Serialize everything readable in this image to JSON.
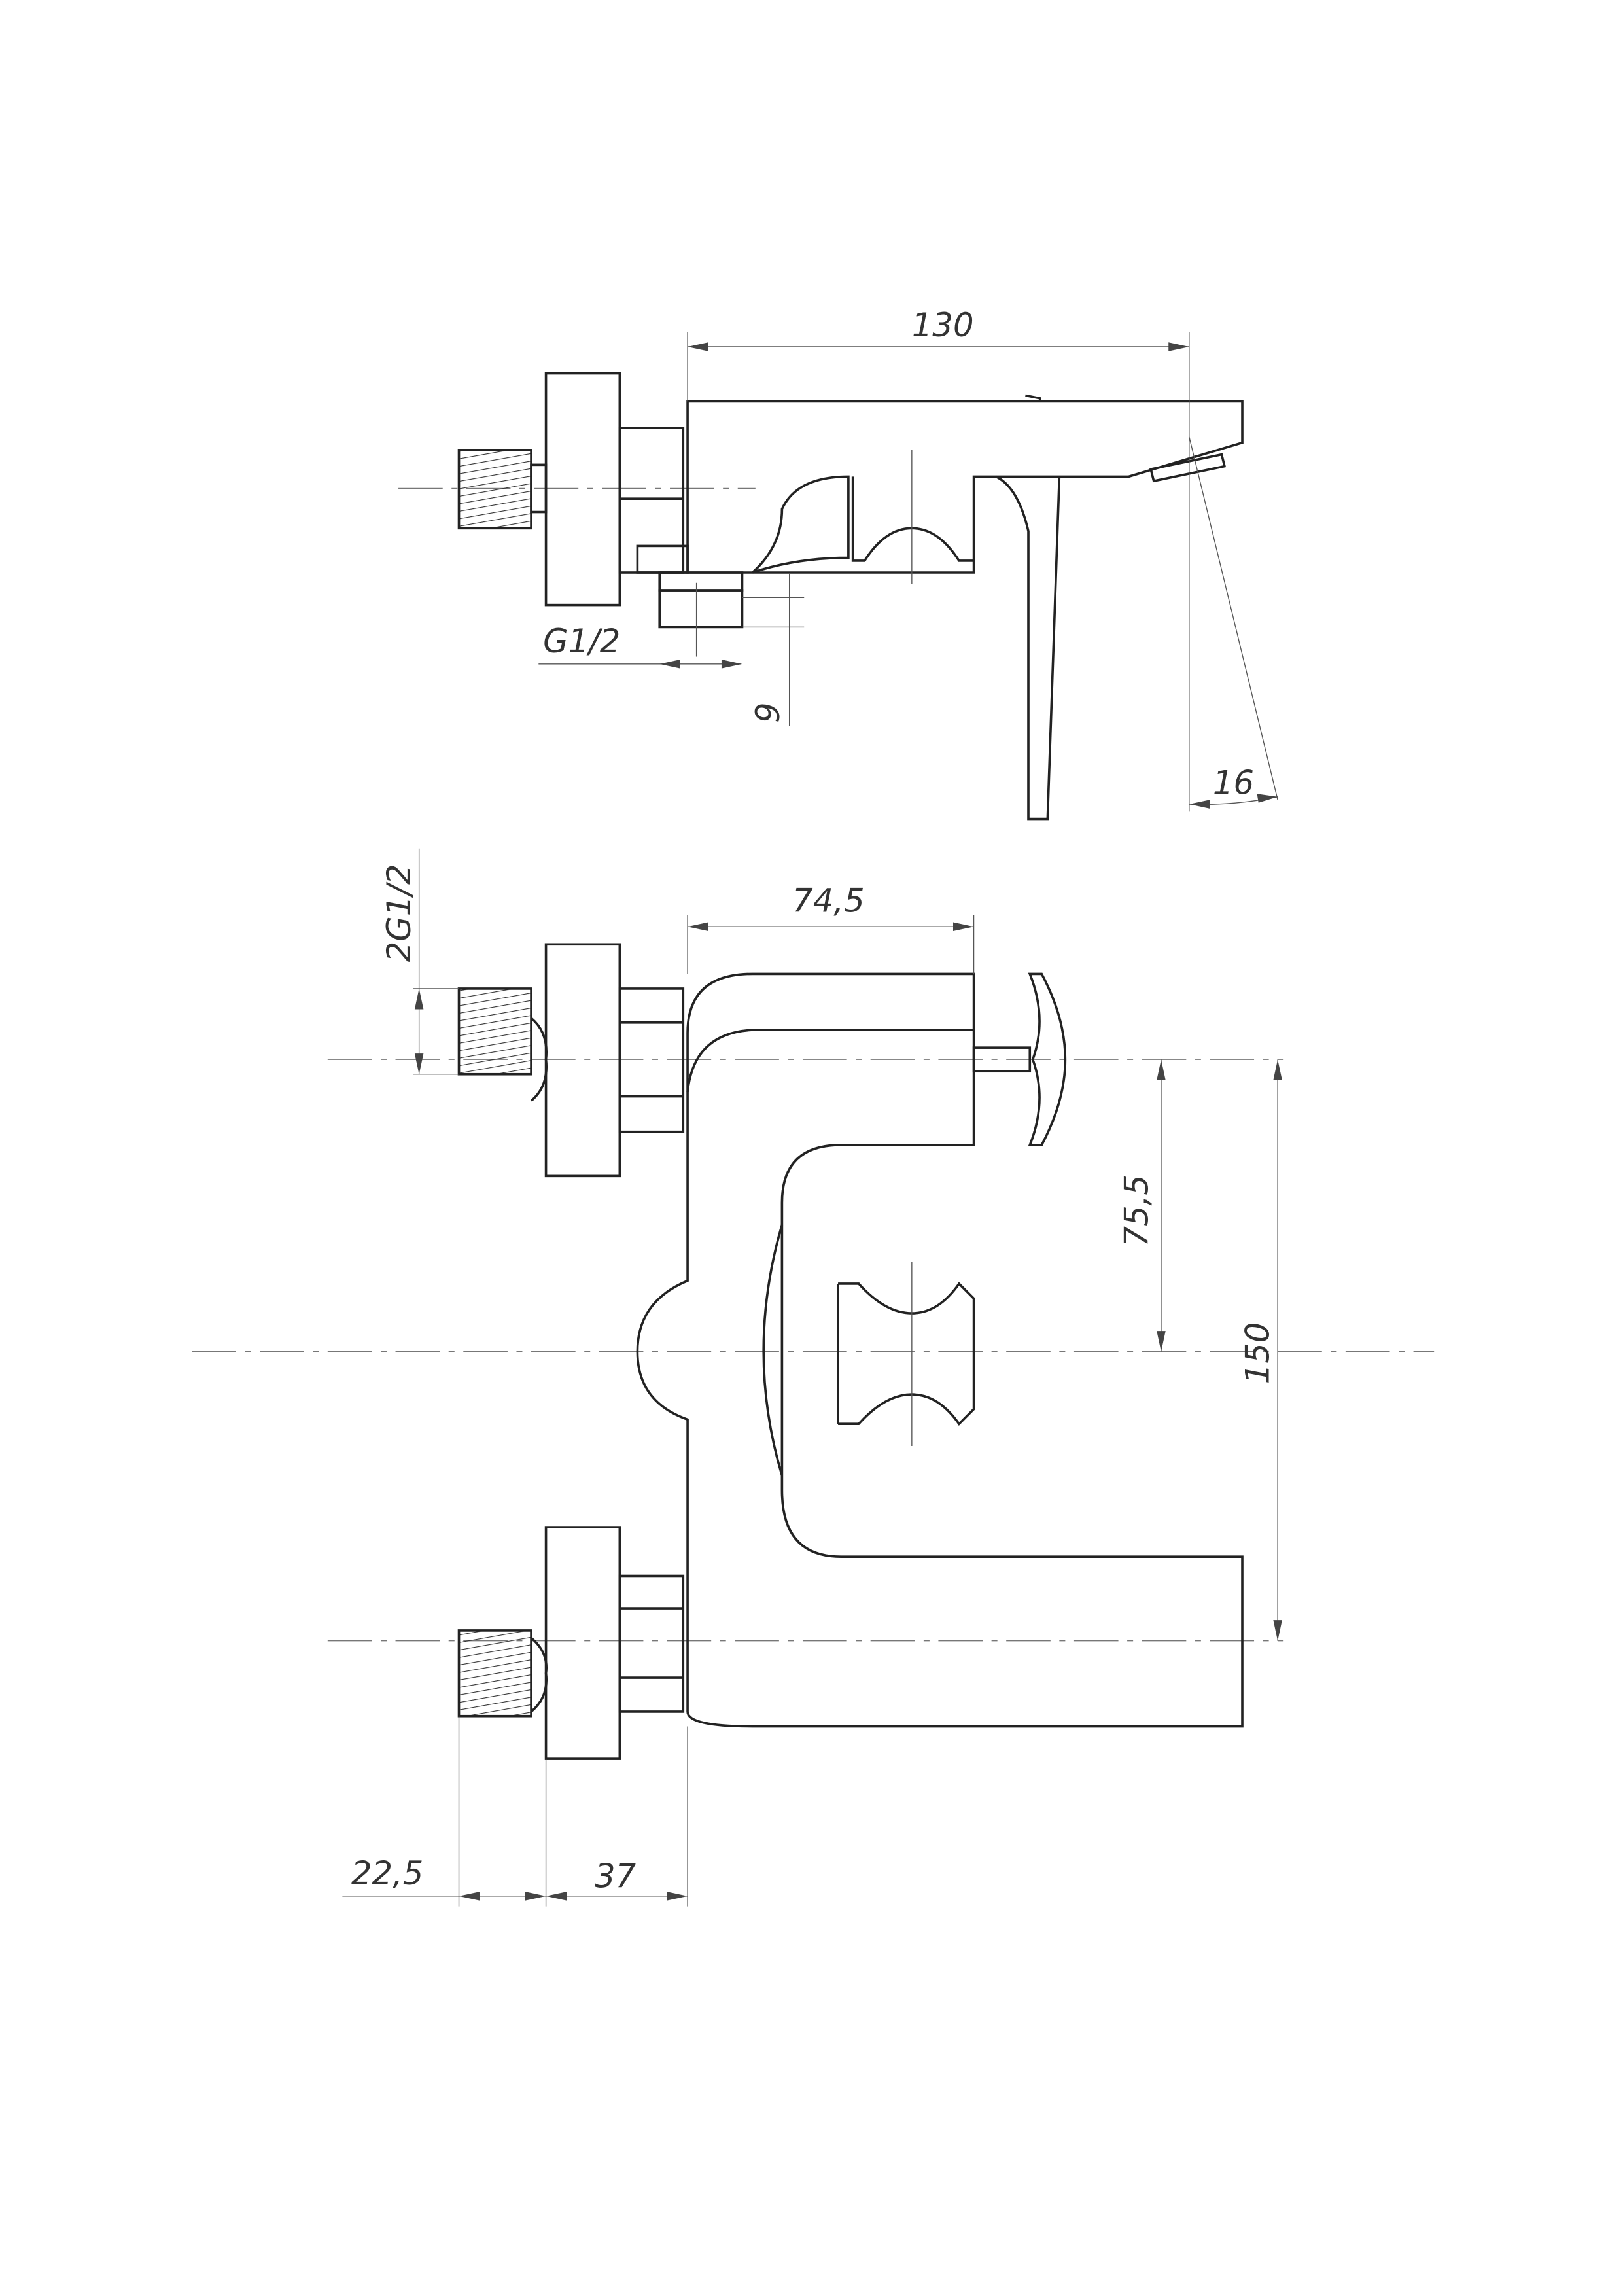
{
  "side_view": {
    "dim_length": "130",
    "dim_outlet_thread": "G1/2",
    "dim_outlet_height": "9",
    "dim_spout_angle": "16"
  },
  "front_view": {
    "dim_body_depth": "74,5",
    "dim_inlet_thread": "2G1/2",
    "dim_handle_offset": "75,5",
    "dim_inlet_spacing": "150",
    "dim_thread_length": "22,5",
    "dim_eccentric_length": "37"
  }
}
